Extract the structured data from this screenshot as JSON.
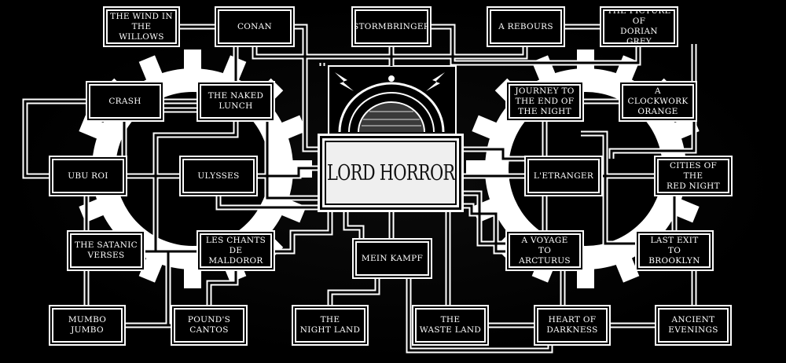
{
  "central": {
    "title": "LORD HORROR"
  },
  "nodes": {
    "wind": "THE WIND IN\nTHE WILLOWS",
    "conan": "CONAN",
    "stormbringer": "STORMBRINGER",
    "rebours": "A REBOURS",
    "dorian": "THE PICTURE\nOF\nDORIAN GREY",
    "crash": "CRASH",
    "naked": "THE NAKED\nLUNCH",
    "journey": "JOURNEY TO\nTHE END OF\nTHE NIGHT",
    "clockwork": "A CLOCKWORK\nORANGE",
    "ubu": "UBU ROI",
    "ulysses": "ULYSSES",
    "etranger": "L'ETRANGER",
    "cities": "CITIES OF THE\nRED NIGHT",
    "satanic": "THE SATANIC\nVERSES",
    "maldoror": "LES CHANTS\nDE MALDOROR",
    "kampf": "MEIN KAMPF",
    "arcturus": "A VOYAGE\nTO ARCTURUS",
    "brooklyn": "LAST EXIT\nTO BROOKLYN",
    "mumbo": "MUMBO\nJUMBO",
    "pounds": "POUND'S\nCANTOS",
    "nightland": "THE\nNIGHT LAND",
    "wasteland": "THE\nWASTE LAND",
    "heart": "HEART OF\nDARKNESS",
    "evenings": "ANCIENT\nEVENINGS"
  },
  "decorations": [
    "cog-emblem",
    "lightning-bolt-icon",
    "dome-emblem"
  ]
}
